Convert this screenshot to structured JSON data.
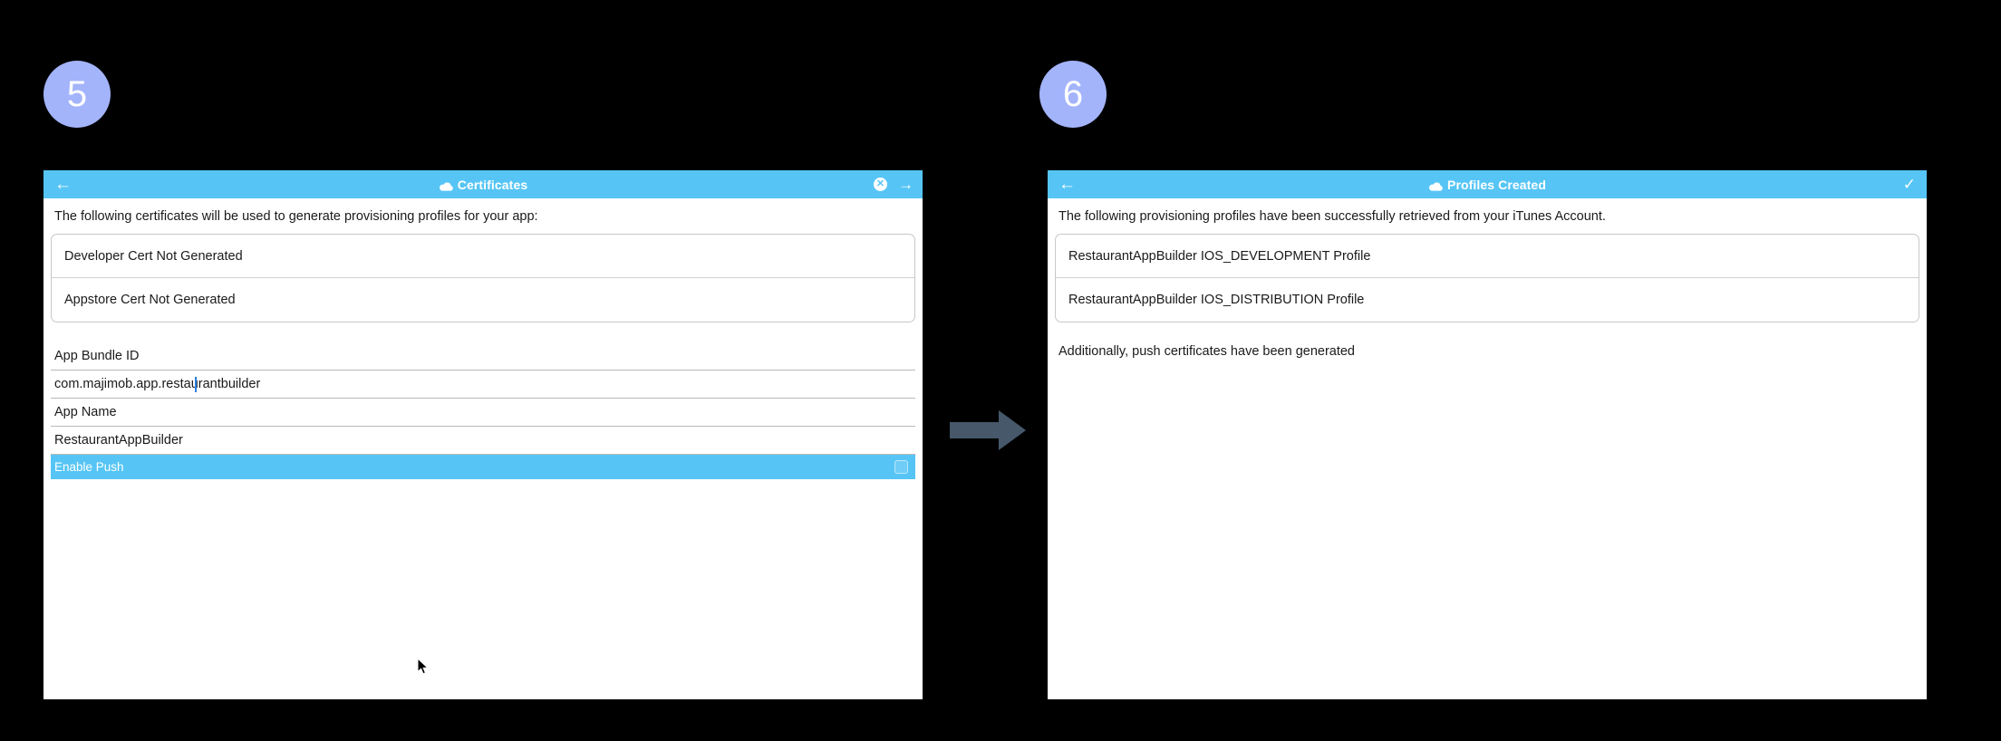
{
  "steps": [
    {
      "number": "5"
    },
    {
      "number": "6"
    }
  ],
  "colors": {
    "badge": "#a3b4fb",
    "titlebar": "#56c5f5",
    "highlight": "#56c5f5",
    "arrow": "#46586a",
    "caret": "#2b7fe0",
    "background": "#000000",
    "panel": "#ffffff"
  },
  "flow": {
    "arrow_icon": "arrow-right-thick-icon"
  },
  "panel_left": {
    "titlebar": {
      "back_icon": "back-arrow-icon",
      "cloud_icon": "cloud-icon",
      "title": "Certificates",
      "close_icon": "close-circle-icon",
      "next_icon": "arrow-right-icon"
    },
    "intro": "The following certificates will be used to generate provisioning profiles for your app:",
    "cert_rows": [
      {
        "label": "Developer Cert Not Generated"
      },
      {
        "label": "Appstore Cert Not Generated"
      }
    ],
    "fields": [
      {
        "label": "App Bundle ID",
        "value": "com.majimob.app.restaurantbuilder",
        "placeholder": "App Bundle ID"
      },
      {
        "label": "App Name",
        "value": "RestaurantAppBuilder",
        "placeholder": "App Name"
      }
    ],
    "toggle": {
      "label": "Enable Push",
      "checkbox_icon": "checkbox-unchecked-icon",
      "checked": false
    }
  },
  "panel_right": {
    "titlebar": {
      "back_icon": "back-arrow-icon",
      "cloud_icon": "cloud-icon",
      "title": "Profiles Created",
      "confirm_icon": "check-icon"
    },
    "intro": "The following provisioning profiles have been successfully retrieved from your iTunes Account.",
    "profile_rows": [
      {
        "label": "RestaurantAppBuilder IOS_DEVELOPMENT Profile"
      },
      {
        "label": "RestaurantAppBuilder IOS_DISTRIBUTION Profile"
      }
    ],
    "note": "Additionally, push certificates have been generated"
  }
}
